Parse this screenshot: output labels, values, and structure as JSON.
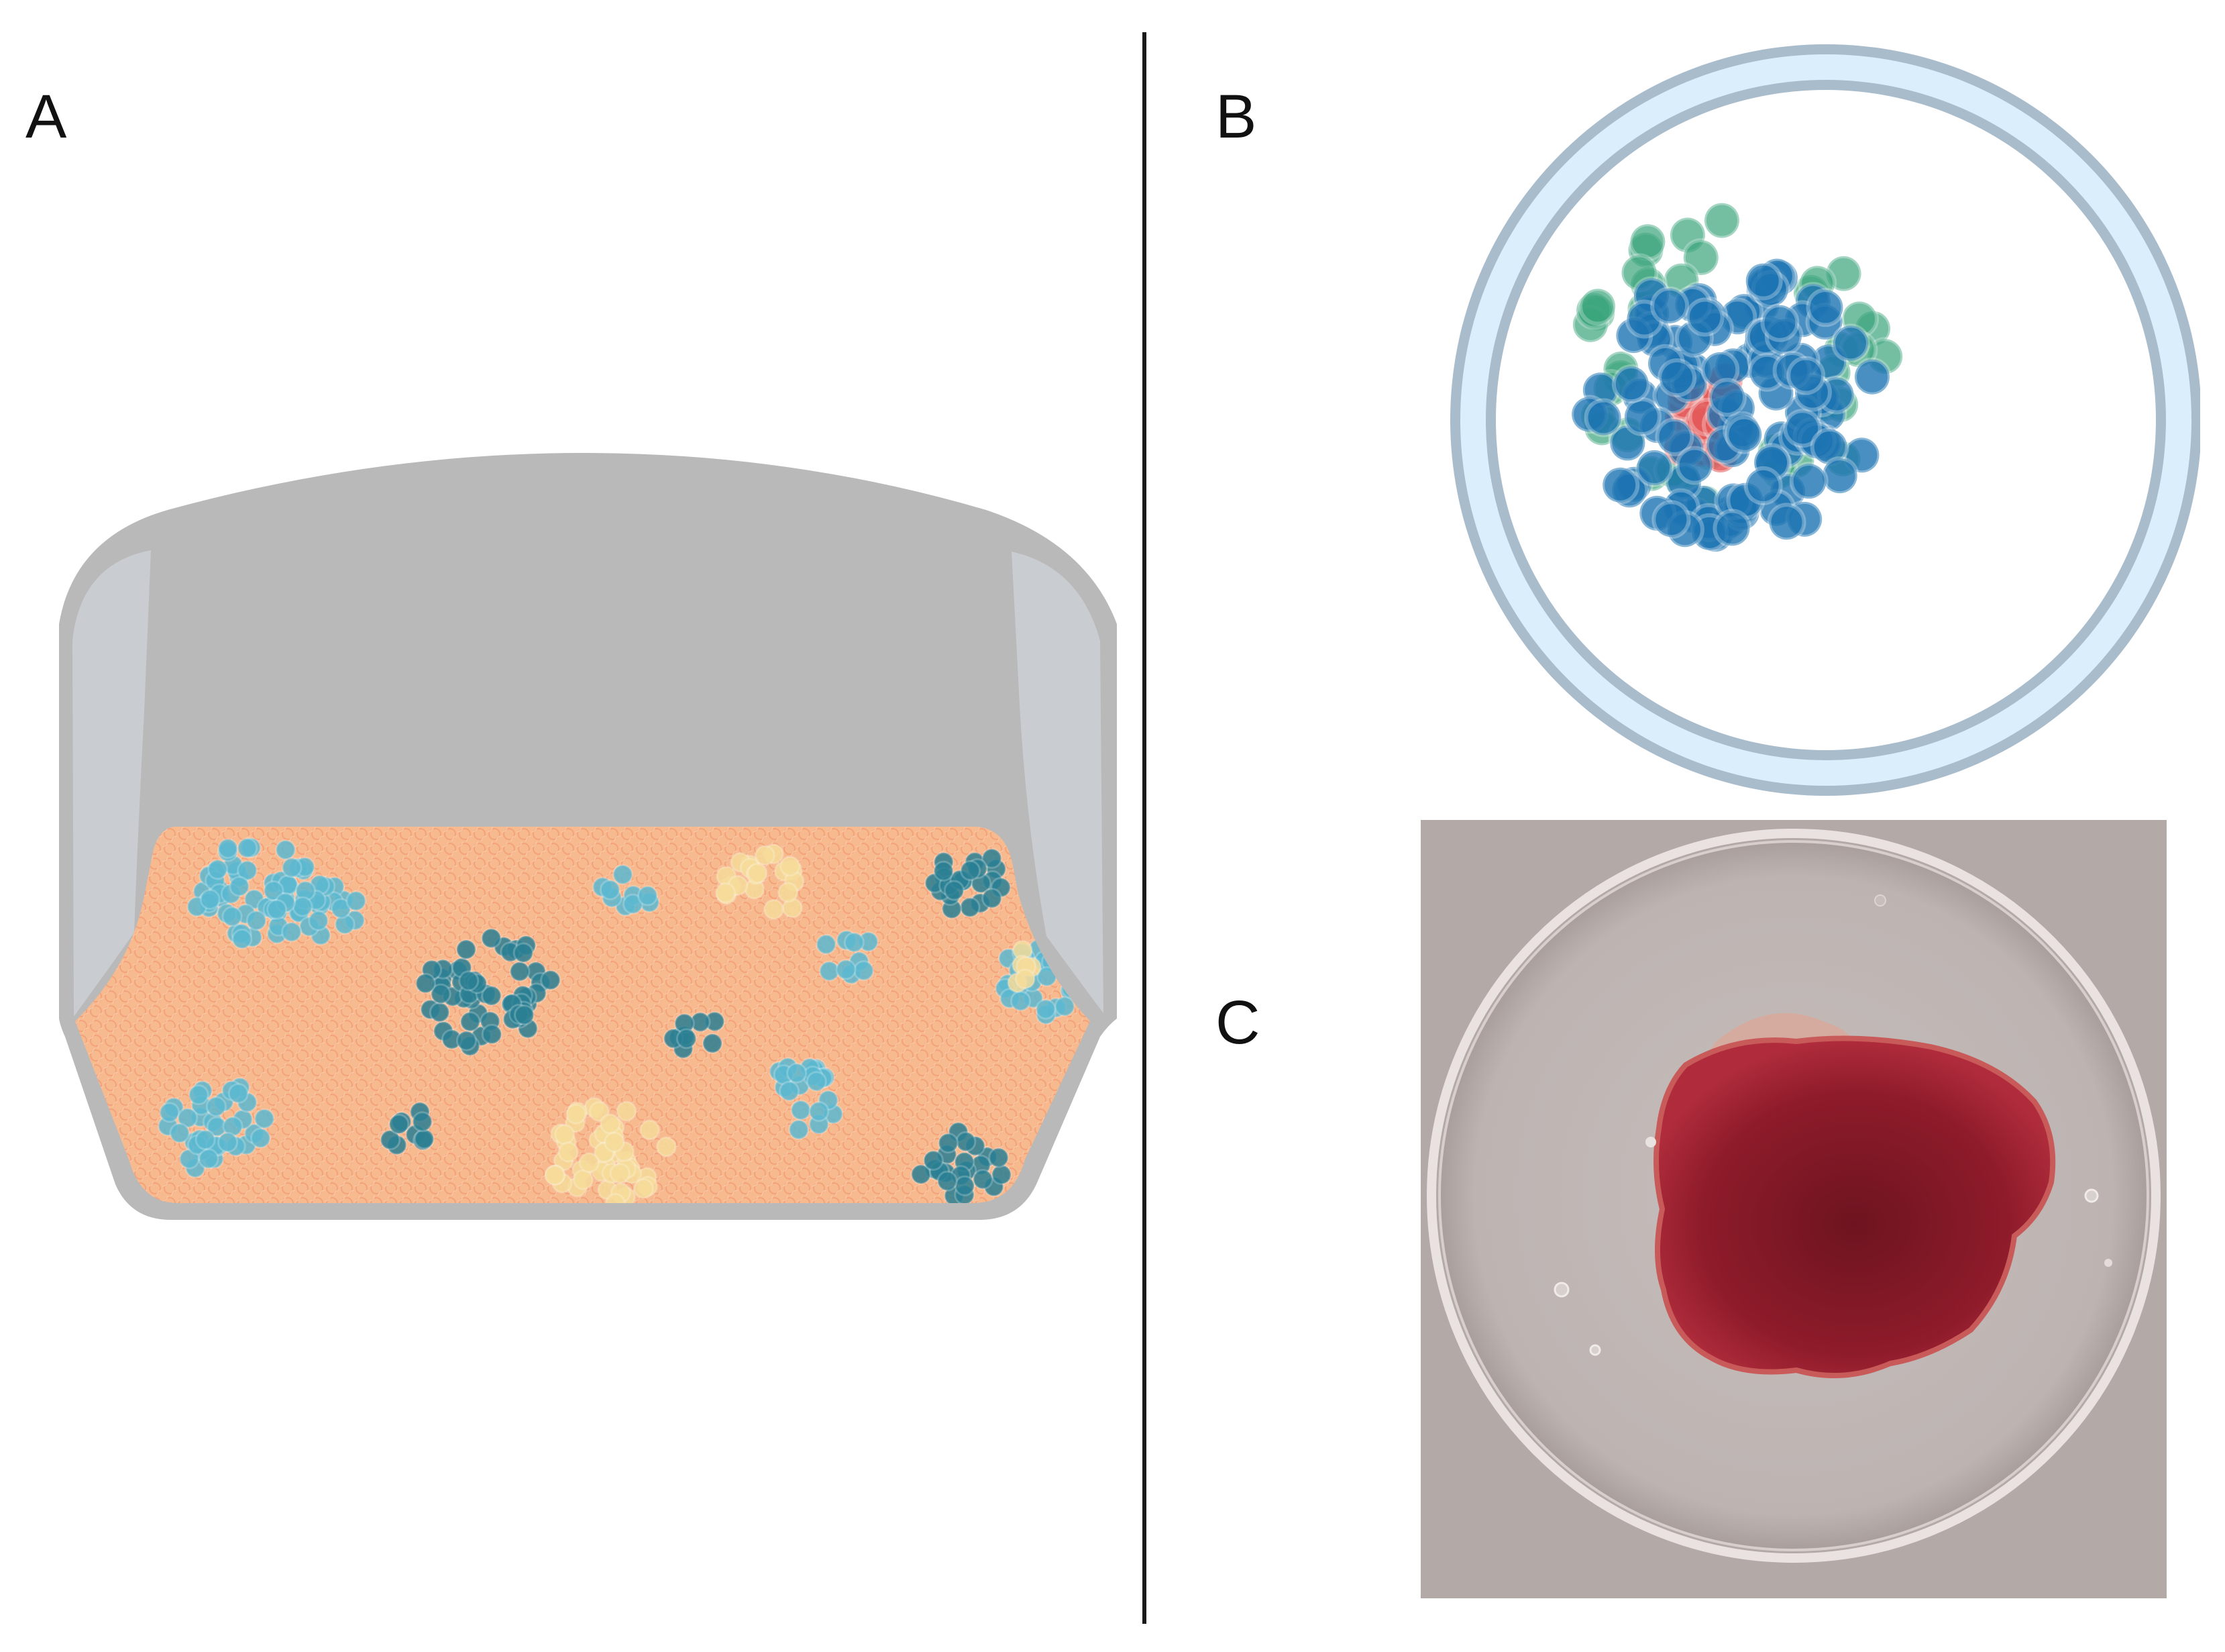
{
  "figure": {
    "panels": [
      {
        "label": "A",
        "name": "flask-monolayer-culture"
      },
      {
        "label": "B",
        "name": "spheroid-in-well"
      },
      {
        "label": "C",
        "name": "stained-spheroid-micrograph"
      }
    ]
  },
  "colors": {
    "flask_gray": "#b9b9b9",
    "flask_highlight": "#c9ccd1",
    "medium_orange": "#f7b98e",
    "cell_light_blue": "#5bb8d0",
    "cell_dark_teal": "#2a7f93",
    "cell_pale_yellow": "#f6dc9a",
    "well_blue": "#dbeefc",
    "well_ring": "#a9bccc",
    "spheroid_blue": "#1d74b3",
    "spheroid_green": "#3aa57c",
    "spheroid_red": "#e45a5a",
    "micro_bg": "#b3a9a7",
    "micro_stain": "#8e1b2a"
  }
}
